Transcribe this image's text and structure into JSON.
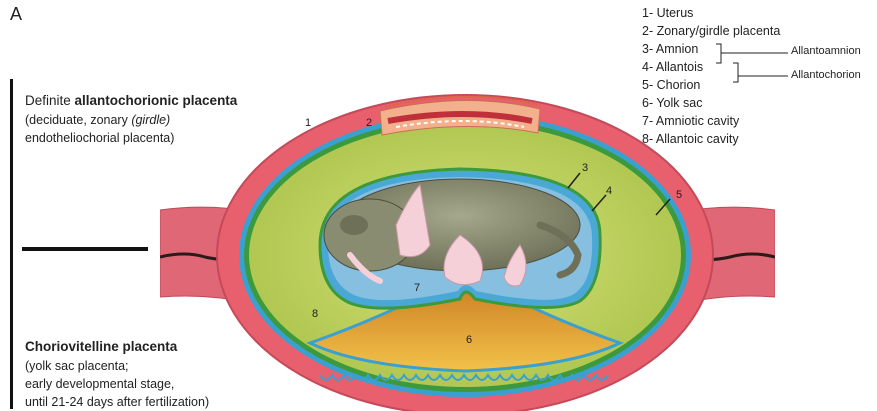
{
  "panel_label": "A",
  "allantochorionic": {
    "prefix": "Definite ",
    "bold": "allantochorionic placenta",
    "line2": "(deciduate, zonary ",
    "line2_italic": "(girdle)",
    "line3": "endotheliochorial placenta)"
  },
  "choriovitelline": {
    "title": "Choriovitelline placenta",
    "line2": "(yolk sac placenta;",
    "line3": "early developmental stage,",
    "line4": "until 21-24 days after fertilization)"
  },
  "legend": [
    "1- Uterus",
    "2- Zonary/girdle placenta",
    "3- Amnion",
    "4- Allantois",
    "5- Chorion",
    "6- Yolk sac",
    "7- Amniotic cavity",
    "8- Allantoic cavity"
  ],
  "groups": {
    "allantoamnion": "Allantoamnion",
    "allantochorion": "Allantochorion"
  },
  "diagram_numbers": [
    "1",
    "2",
    "3",
    "4",
    "5",
    "6",
    "7",
    "8"
  ],
  "colors": {
    "uterus": "#e8606e",
    "allantoic": "#c6d86a",
    "chorion_line": "#3aa0d0",
    "allantois_line": "#3c9a3c",
    "amniotic": "#7fb4d8",
    "yolk_sac": "#e8a236",
    "fetus": "#8c8e74"
  }
}
